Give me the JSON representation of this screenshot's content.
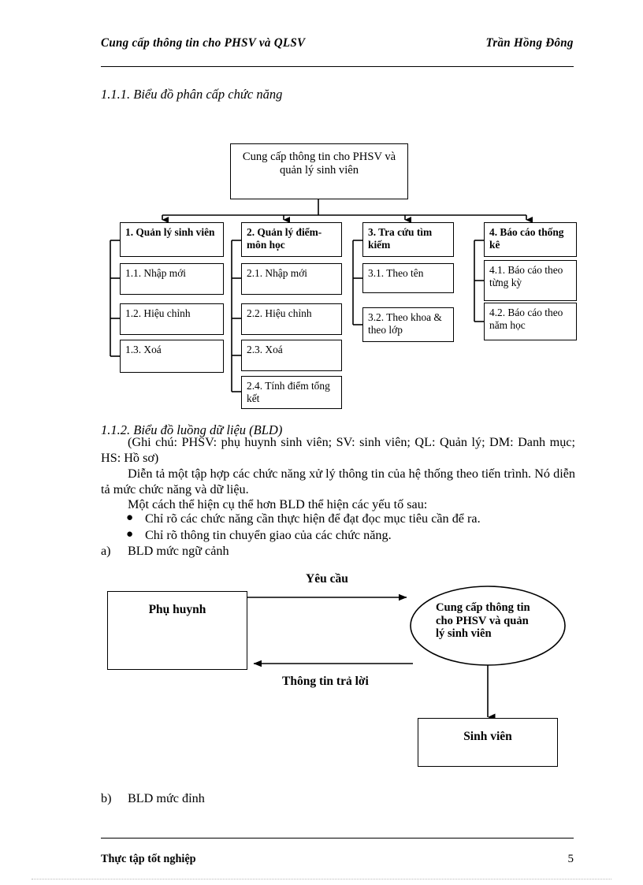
{
  "header": {
    "left": "Cung cấp thông tin cho PHSV và QLSV",
    "right": "Trần Hồng Đông"
  },
  "footer": {
    "left": "Thực tập tốt nghiệp",
    "page_number": "5"
  },
  "headings": {
    "section_111": "1.1.1. Biểu đồ phân cấp chức năng",
    "section_112": "1.1.2. Biểu đồ luồng dữ liệu (BLD)"
  },
  "paragraphs": {
    "note": "(Ghi chú: PHSV: phụ huynh sinh viên; SV: sinh viên; QL: Quản lý; DM: Danh mục; HS: Hồ sơ)",
    "description": "Diễn tả một tập hợp các chức năng xử lý thông tin của hệ thống theo tiến trình. Nó diễn tả mức chức năng và dữ liệu.",
    "aspects_intro": "Một cách thể hiện cụ thể hơn BLD thể hiện các yếu tố sau:"
  },
  "bullets": [
    "Chỉ rõ các chức năng cần thực hiện để đạt đọc   mục tiêu cần để ra.",
    "Chỉ rõ thông tin chuyển giao của các chức năng."
  ],
  "alpha_items": {
    "a": {
      "mark": "a)",
      "text": "BLD mức ngữ cảnh"
    },
    "b": {
      "mark": "b)",
      "text": "BLD mức đỉnh"
    }
  },
  "function_chart": {
    "root": "Cung cấp thông tin cho PHSV và quản lý sinh viên",
    "columns": [
      {
        "head": "1. Quản lý sinh viên",
        "children": [
          "1.1. Nhập mới",
          "1.2. Hiệu chỉnh",
          "1.3. Xoá"
        ]
      },
      {
        "head": "2. Quản lý điểm- môn học",
        "children": [
          "2.1. Nhập mới",
          "2.2. Hiệu chỉnh",
          "2.3. Xoá",
          "2.4. Tính điểm tổng kết"
        ]
      },
      {
        "head": "3. Tra cứu tìm kiếm",
        "children": [
          "3.1. Theo tên",
          "3.2. Theo khoa & theo lớp"
        ]
      },
      {
        "head": "4. Báo cáo thống kê",
        "children": [
          "4.1. Báo cáo theo từng kỳ",
          "4.2. Báo cáo theo năm học"
        ]
      }
    ]
  },
  "context_diagram": {
    "entity_parent": "Phụ huynh",
    "entity_student": "Sinh viên",
    "process": "Cung cấp thông tin cho PHSV và quản lý sinh viên",
    "flow_request": "Yêu cầu",
    "flow_response": "Thông tin trả lời"
  },
  "colors": {
    "ink": "#000000",
    "paper": "#ffffff",
    "page_edge": "#b9b9b9"
  }
}
